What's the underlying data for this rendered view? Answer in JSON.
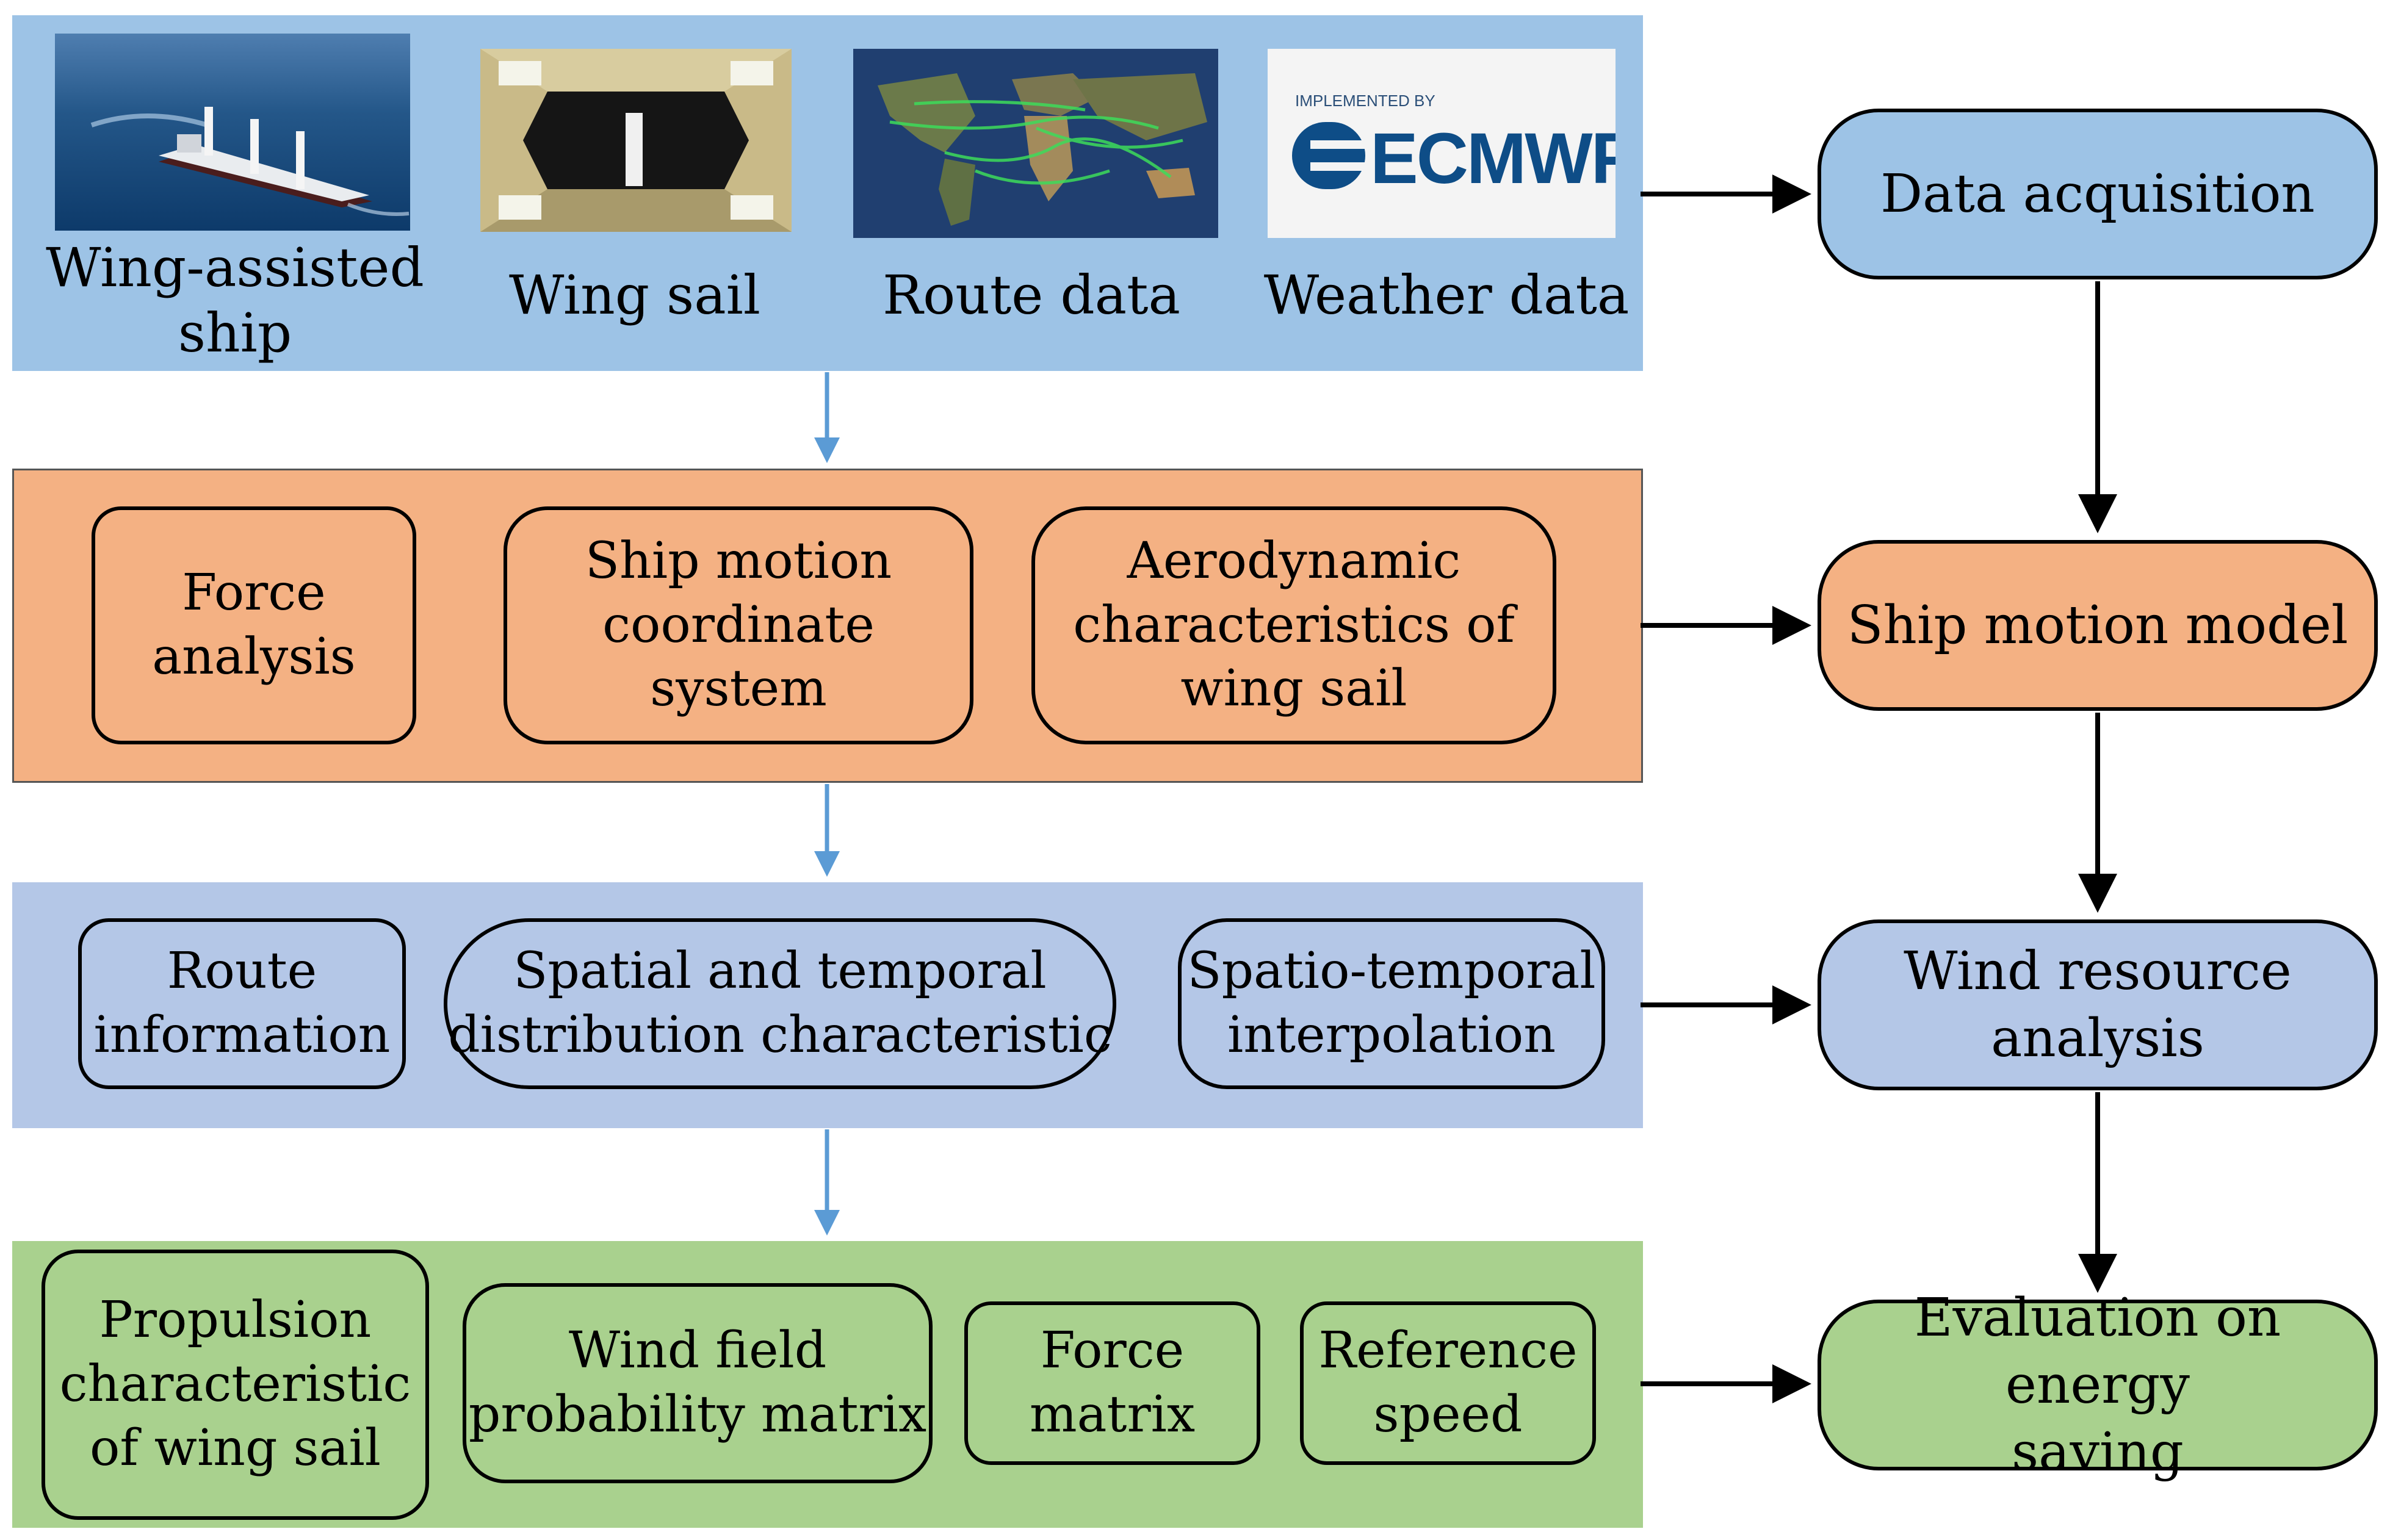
{
  "colors": {
    "blue_panel": "#9dc3e6",
    "orange_panel": "#f4b183",
    "lavender_panel": "#b4c7e7",
    "green_panel": "#a9d18e",
    "arrow_blue": "#5b9bd5",
    "arrow_black": "#000000"
  },
  "row1": {
    "images": [
      {
        "caption": "Wing-assisted\nship",
        "icon": "ship-photo"
      },
      {
        "caption": "Wing sail",
        "icon": "wind-tunnel-photo"
      },
      {
        "caption": "Route data",
        "icon": "world-route-map"
      },
      {
        "caption": "Weather data",
        "icon": "ecmwf-logo",
        "logo_small": "IMPLEMENTED BY",
        "logo_text": "ECMWF"
      }
    ],
    "result": "Data acquisition"
  },
  "row2": {
    "boxes": [
      "Force\nanalysis",
      "Ship motion\ncoordinate system",
      "Aerodynamic\ncharacteristics of\nwing sail"
    ],
    "result": "Ship motion model"
  },
  "row3": {
    "boxes": [
      "Route\ninformation",
      "Spatial and temporal\ndistribution characteristic",
      "Spatio-temporal\ninterpolation"
    ],
    "result": "Wind resource\nanalysis"
  },
  "row4": {
    "boxes": [
      "Propulsion\ncharacteristic\nof wing sail",
      "Wind field\nprobability matrix",
      "Force\nmatrix",
      "Reference\nspeed"
    ],
    "result": "Evaluation on energy\nsaving"
  }
}
